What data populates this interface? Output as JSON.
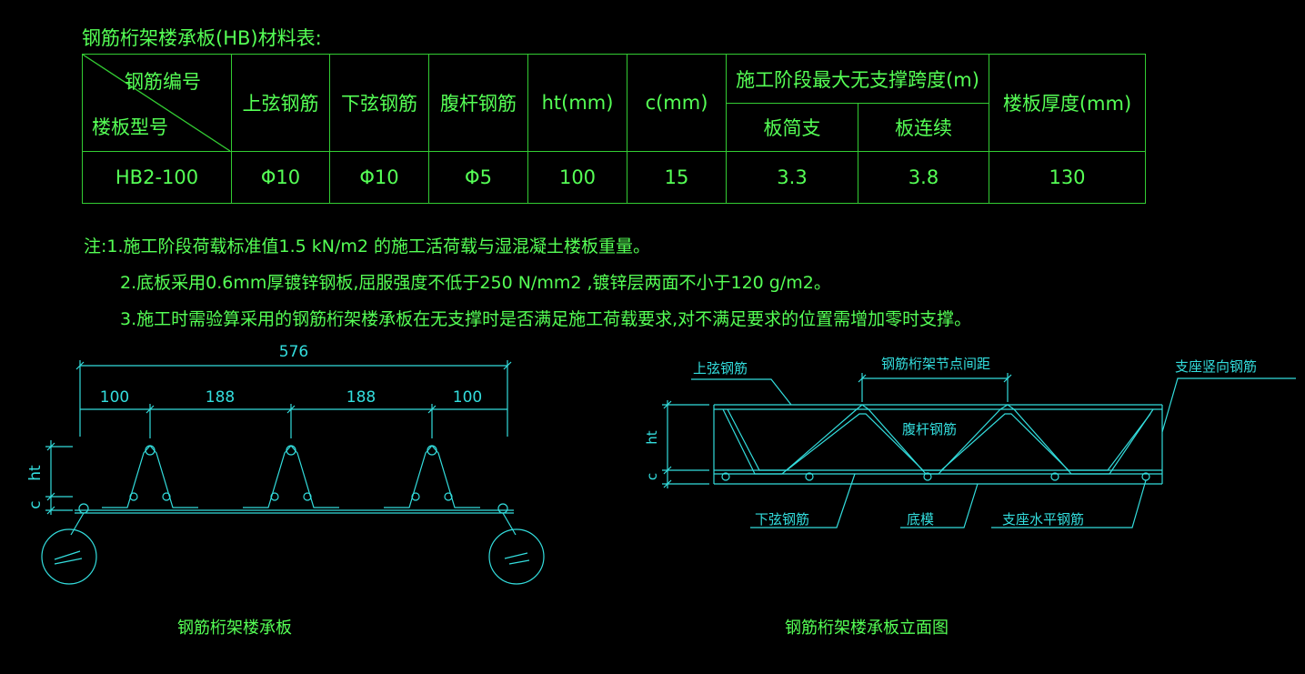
{
  "table": {
    "title": "钢筋桁架楼承板(HB)材料表:",
    "diag_top": "钢筋编号",
    "diag_bottom": "楼板型号",
    "headers": {
      "top_chord": "上弦钢筋",
      "bottom_chord": "下弦钢筋",
      "web": "腹杆钢筋",
      "ht": "ht(mm)",
      "c": "c(mm)",
      "span": "施工阶段最大无支撑跨度(m)",
      "span_simple": "板简支",
      "span_cont": "板连续",
      "thickness": "楼板厚度(mm)"
    },
    "row": {
      "model": "HB2-100",
      "top_chord": "Φ10",
      "bottom_chord": "Φ10",
      "web": "Φ5",
      "ht": "100",
      "c": "15",
      "span_simple": "3.3",
      "span_cont": "3.8",
      "thickness": "130"
    }
  },
  "notes": [
    "注:1.施工阶段荷载标准值1.5 kN/m2 的施工活荷载与湿混凝土楼板重量。",
    "2.底板采用0.6mm厚镀锌钢板,屈服强度不低于250 N/mm2 ,镀锌层两面不小于120 g/m2。",
    "3.施工时需验算采用的钢筋桁架楼承板在无支撑时是否满足施工荷载要求,对不满足要求的位置需增加零时支撑。"
  ],
  "section": {
    "total_dim": "576",
    "dims": [
      "100",
      "188",
      "188",
      "100"
    ],
    "ht": "ht",
    "c": "c",
    "caption": "钢筋桁架楼承板"
  },
  "elevation": {
    "top_chord": "上弦钢筋",
    "node_spacing": "钢筋桁架节点间距",
    "support_vertical": "支座竖向钢筋",
    "web": "腹杆钢筋",
    "ht": "ht",
    "c": "c",
    "bottom_chord": "下弦钢筋",
    "base": "底模",
    "support_horizontal": "支座水平钢筋",
    "caption": "钢筋桁架楼承板立面图"
  },
  "colors": {
    "green": "#55ff55",
    "cyan": "#33dddd",
    "background": "#000000"
  }
}
